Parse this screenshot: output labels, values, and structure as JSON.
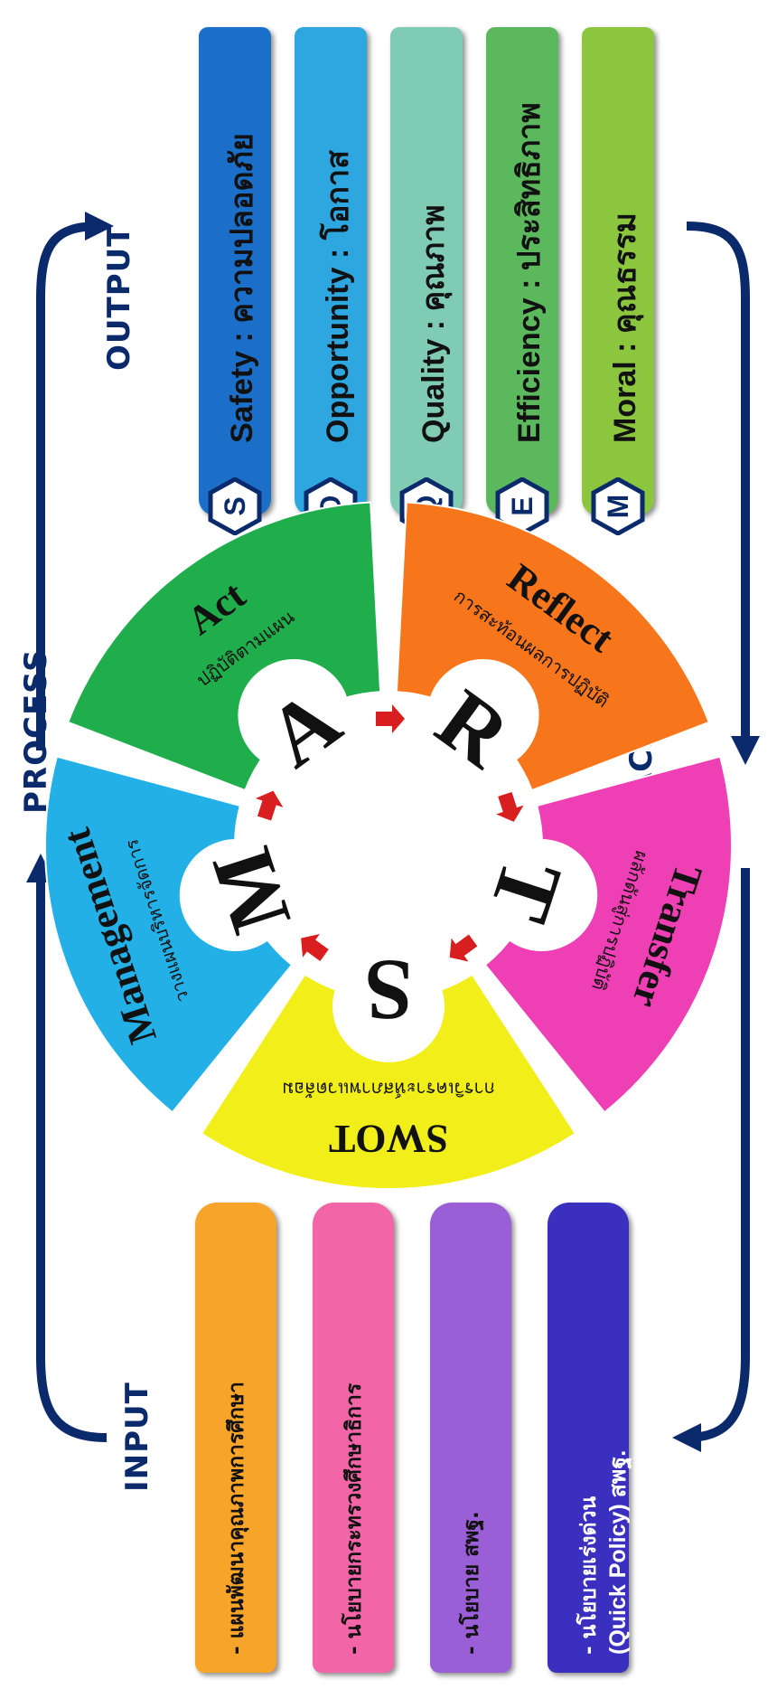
{
  "labels": {
    "input": "INPUT",
    "process": "PROCESS",
    "output": "OUTPUT",
    "feedback": "FEEDBACK"
  },
  "outputs": [
    {
      "letter": "S",
      "text": "Safety : ความปลอดภัย",
      "color": "#1b6fc8"
    },
    {
      "letter": "O",
      "text": "Opportunity : โอกาส",
      "color": "#2ea7e0"
    },
    {
      "letter": "Q",
      "text": "Quality : คุณภาพ",
      "color": "#7fcbb3"
    },
    {
      "letter": "E",
      "text": "Efficiency : ประสิทธิภาพ",
      "color": "#5cb85c"
    },
    {
      "letter": "M",
      "text": "Moral : คุณธรรม",
      "color": "#8cc63f"
    }
  ],
  "inputs": [
    {
      "text": "- แผนพัฒนาคุณภาพการศึกษา",
      "color": "#f7a42a"
    },
    {
      "text": "- นโยบายกระทรวงศึกษาธิการ",
      "color": "#f266a8"
    },
    {
      "text": "- นโยบาย สพฐ.",
      "color": "#9a5fd6"
    },
    {
      "text": "- นโยบายเร่งด่วน",
      "text2": "(Quick Policy) สพฐ.",
      "color": "#3a2fbf"
    }
  ],
  "wheel": {
    "segments": [
      {
        "letter": "S",
        "title": "SWOT",
        "subtitle": "การวิเคราะห์สภาพแวดล้อม",
        "color": "#f2ee1a"
      },
      {
        "letter": "M",
        "title": "Management",
        "subtitle": "วางแผนบริหารจัดการ",
        "color": "#22b0e6"
      },
      {
        "letter": "A",
        "title": "Act",
        "subtitle": "ปฏิบัติตามแผน",
        "color": "#1fae4b"
      },
      {
        "letter": "R",
        "title": "Reflect",
        "subtitle": "การสะท้อนผลการปฏิบัติ",
        "color": "#f7761c"
      },
      {
        "letter": "T",
        "title": "Transfer",
        "subtitle": "ผลักดันสู่การปฏิบัติ",
        "color": "#ee3fb4"
      }
    ]
  },
  "colors": {
    "arrow": "#0b2a6b",
    "inner_arrow": "#d81e1e"
  }
}
